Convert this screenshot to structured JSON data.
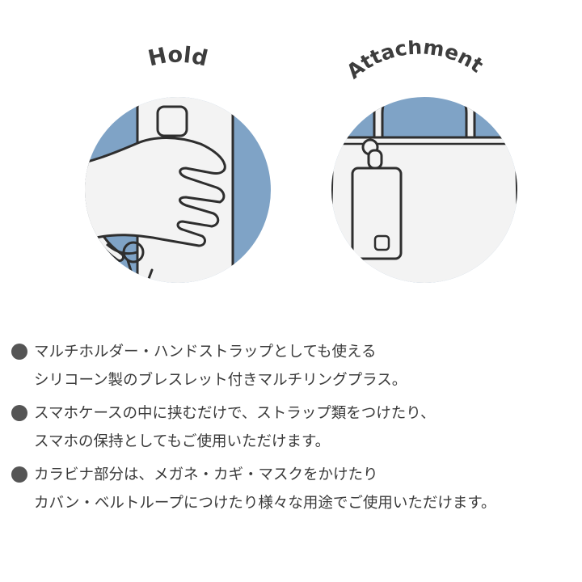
{
  "colors": {
    "circle_fill": "#7fa3c6",
    "stroke": "#2e2e2e",
    "object_fill": "#f3f3f3",
    "bullet": "#555555",
    "text": "#3a3a3a"
  },
  "hold": {
    "label": "Hold"
  },
  "attachment": {
    "label": "Attachment"
  },
  "features": [
    {
      "lines": [
        "マルチホルダー・ハンドストラップとしても使える",
        "シリコーン製のブレスレット付きマルチリングプラス。"
      ]
    },
    {
      "lines": [
        "スマホケースの中に挟むだけで、ストラップ類をつけたり、",
        "スマホの保持としてもご使用いただけます。"
      ]
    },
    {
      "lines": [
        "カラビナ部分は、メガネ・カギ・マスクをかけたり",
        "カバン・ベルトループにつけたり様々な用途でご使用いただけます。"
      ]
    }
  ]
}
